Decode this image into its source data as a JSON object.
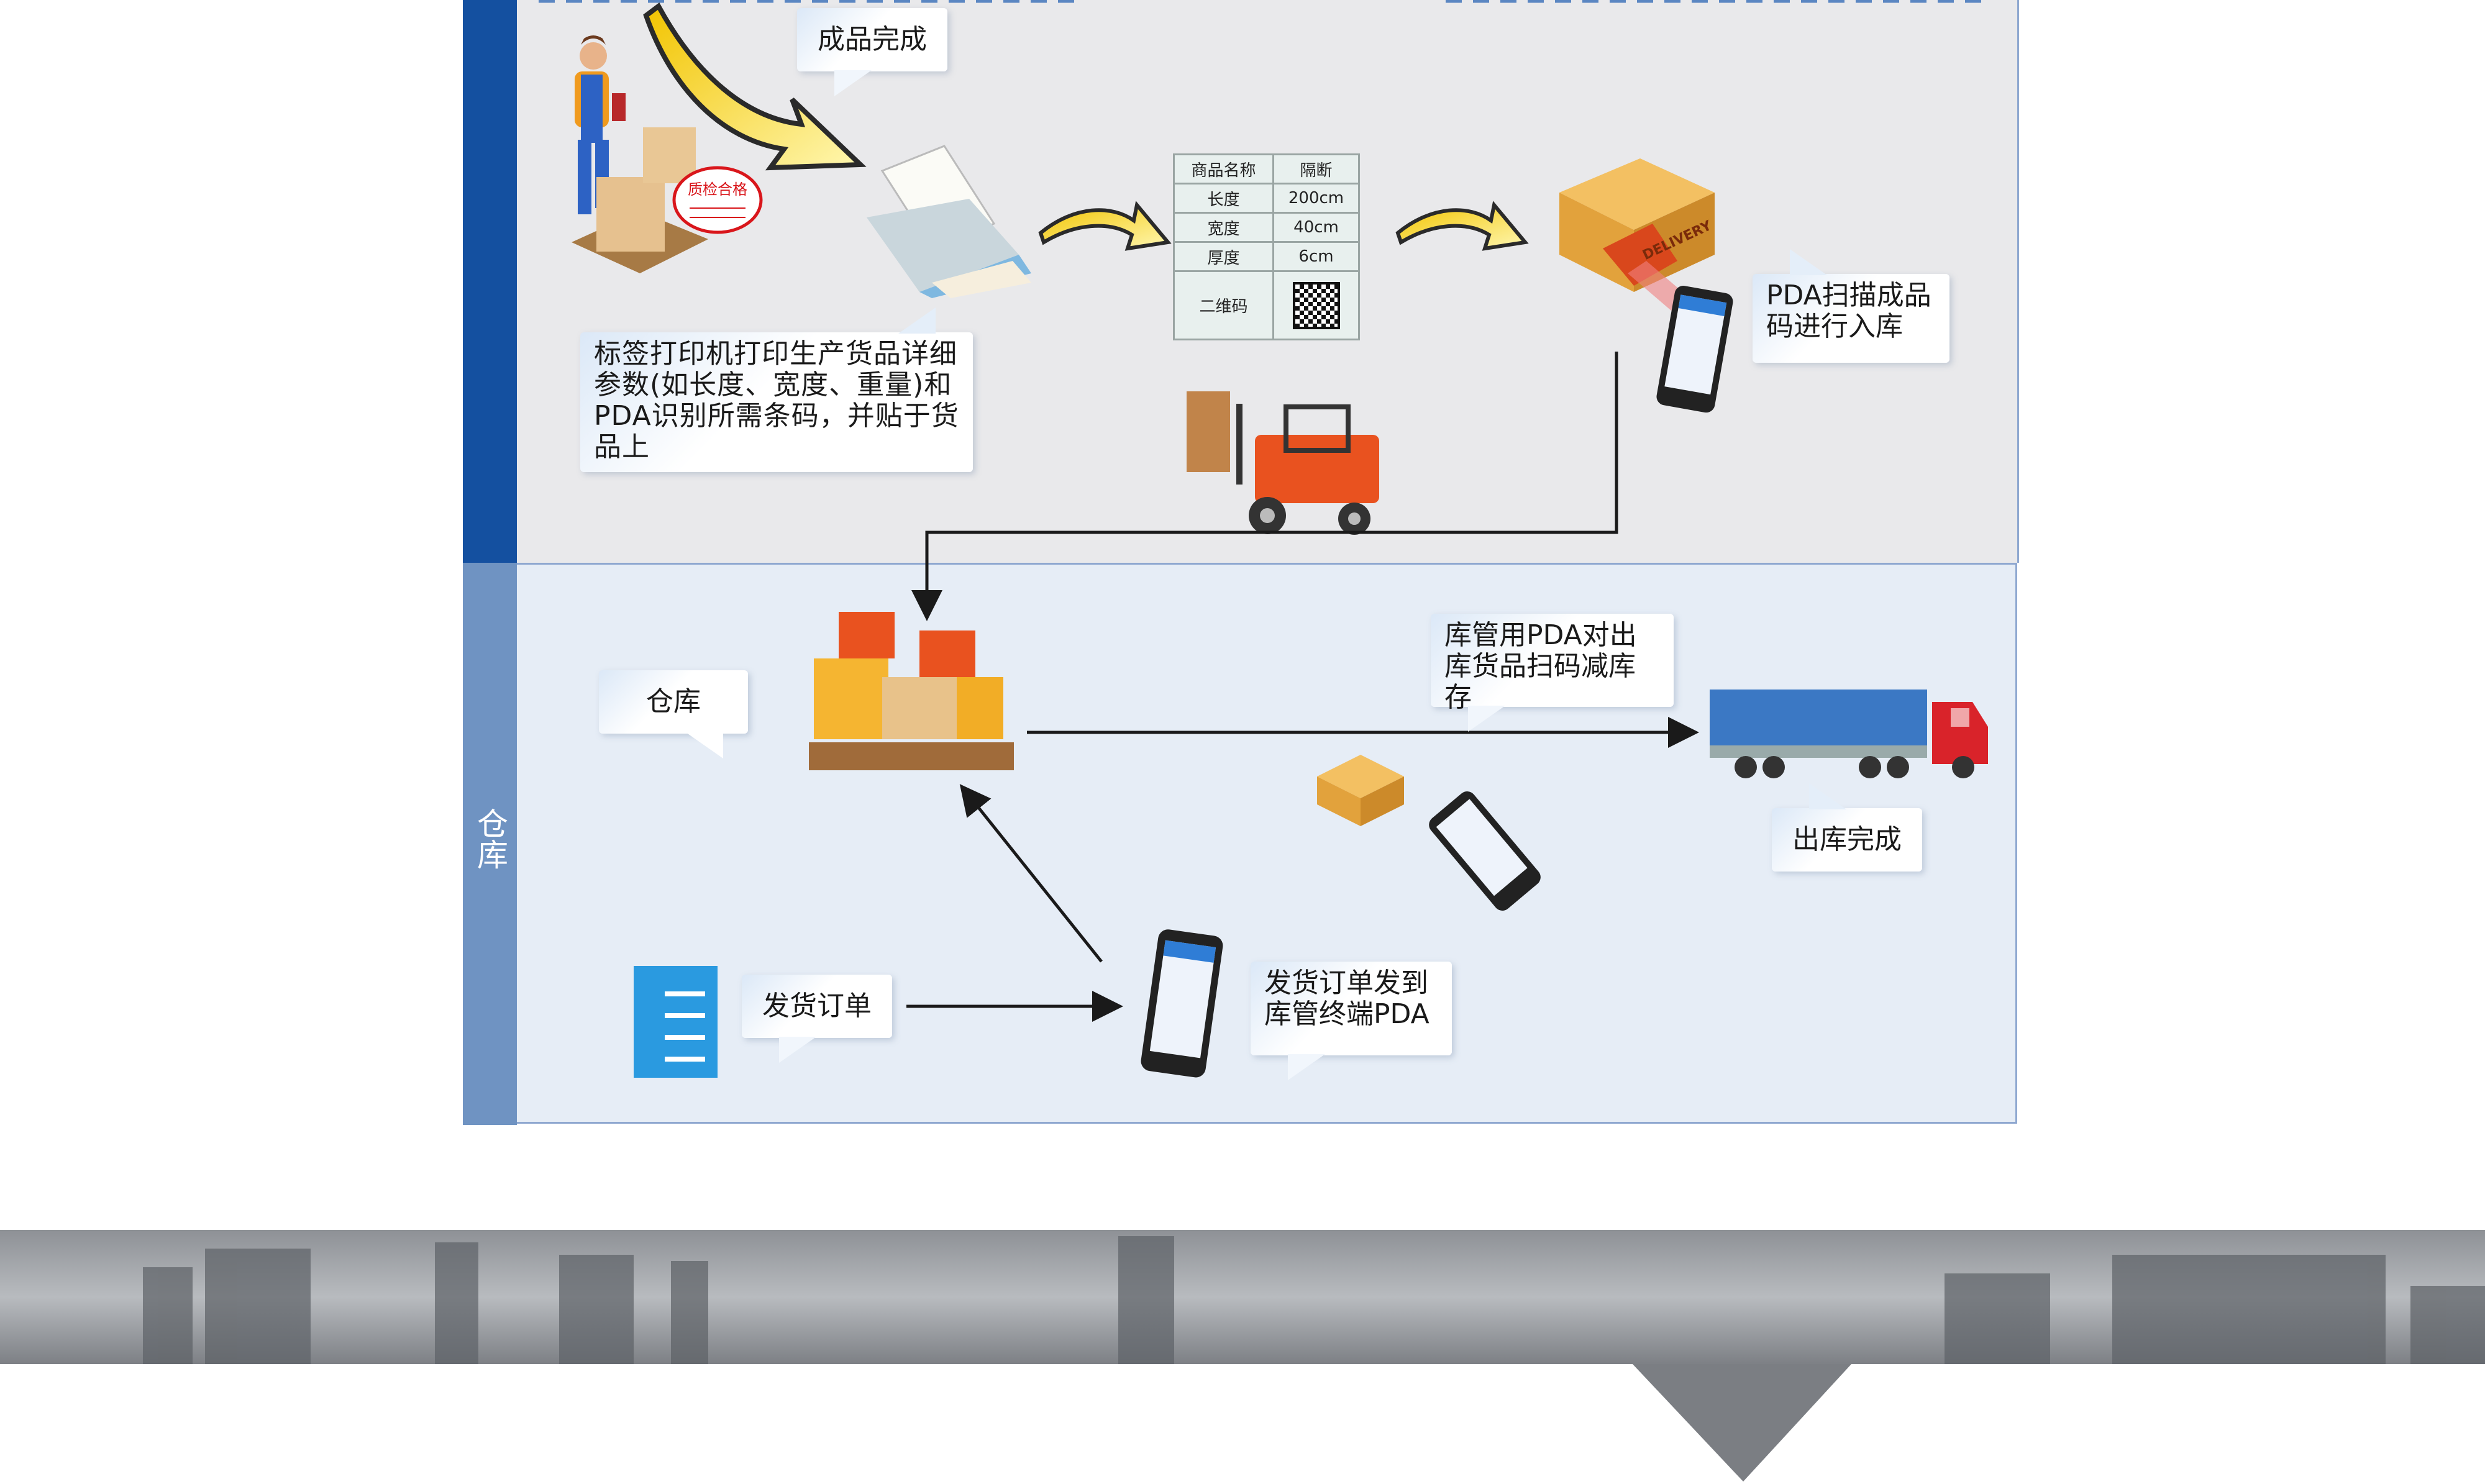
{
  "sections": {
    "warehouse_label": "仓库"
  },
  "bubbles": {
    "finished": "成品完成",
    "label_printer": "标签打印机打印生产货品详细参数(如长度、宽度、重量)和PDA识别所需条码，并贴于货品上",
    "pda_scan_inbound": "PDA扫描成品码进行入库",
    "warehouse": "仓库",
    "pda_outbound_scan": "库管用PDA对出库货品扫码减库存",
    "outbound_done": "出库完成",
    "shipping_order": "发货订单",
    "order_to_pda": "发货订单发到库管终端PDA"
  },
  "stamp": {
    "title": "质检合格"
  },
  "box_label": "DELIVERY",
  "spec_table": {
    "rows": [
      {
        "label": "商品名称",
        "value": "隔断"
      },
      {
        "label": "长度",
        "value": "200cm"
      },
      {
        "label": "宽度",
        "value": "40cm"
      },
      {
        "label": "厚度",
        "value": "6cm"
      },
      {
        "label": "二维码",
        "value": ""
      }
    ]
  },
  "colors": {
    "primary_blue": "#1450a0",
    "light_blue": "#6f93c2",
    "arrow_yellow": "#f5d21e"
  }
}
